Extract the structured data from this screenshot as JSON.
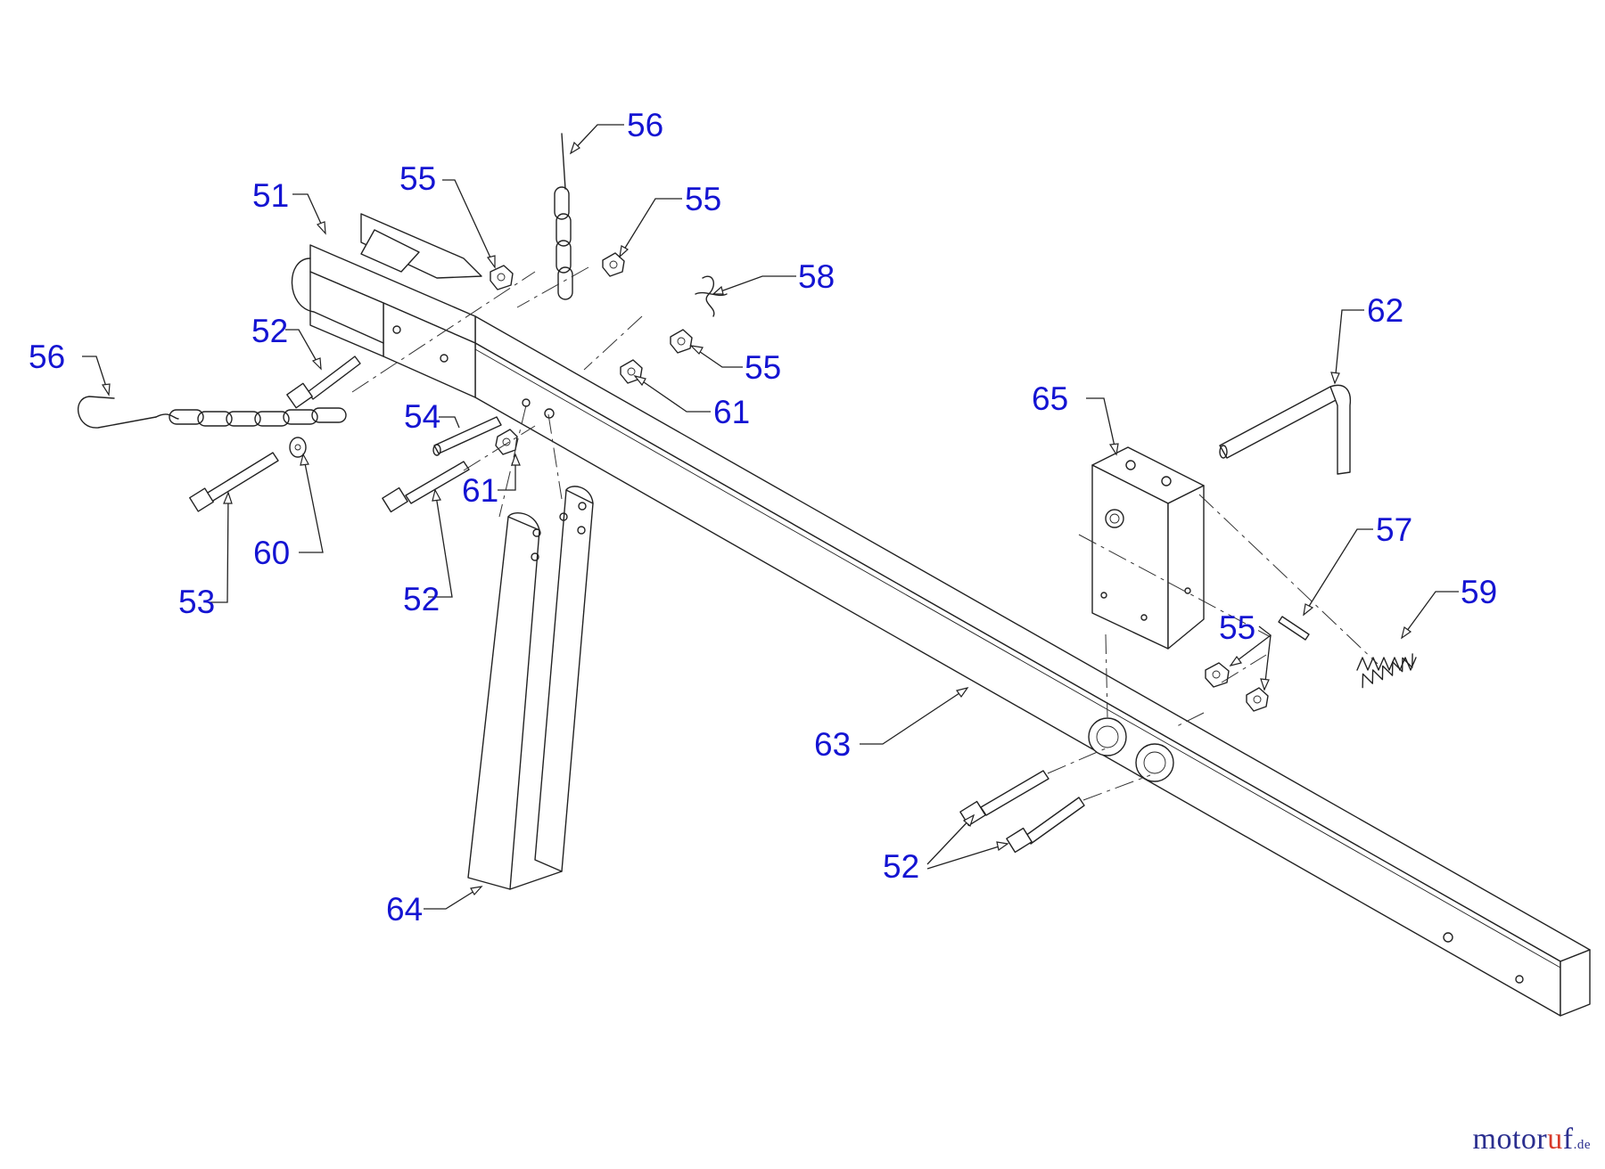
{
  "diagram": {
    "callouts": [
      {
        "id": "c51",
        "label": "51"
      },
      {
        "id": "c52a",
        "label": "52"
      },
      {
        "id": "c52b",
        "label": "52"
      },
      {
        "id": "c52c",
        "label": "52"
      },
      {
        "id": "c53",
        "label": "53"
      },
      {
        "id": "c54",
        "label": "54"
      },
      {
        "id": "c55a",
        "label": "55"
      },
      {
        "id": "c55b",
        "label": "55"
      },
      {
        "id": "c55c",
        "label": "55"
      },
      {
        "id": "c55d",
        "label": "55"
      },
      {
        "id": "c56a",
        "label": "56"
      },
      {
        "id": "c56b",
        "label": "56"
      },
      {
        "id": "c57",
        "label": "57"
      },
      {
        "id": "c58",
        "label": "58"
      },
      {
        "id": "c59",
        "label": "59"
      },
      {
        "id": "c60",
        "label": "60"
      },
      {
        "id": "c61a",
        "label": "61"
      },
      {
        "id": "c61b",
        "label": "61"
      },
      {
        "id": "c62",
        "label": "62"
      },
      {
        "id": "c63",
        "label": "63"
      },
      {
        "id": "c64",
        "label": "64"
      },
      {
        "id": "c65",
        "label": "65"
      }
    ]
  },
  "watermark": {
    "part1": "motor",
    "part2": "u",
    "part3": "f",
    "tld": ".de"
  },
  "colors": {
    "callout": "#1414d2",
    "ink": "#222222"
  }
}
